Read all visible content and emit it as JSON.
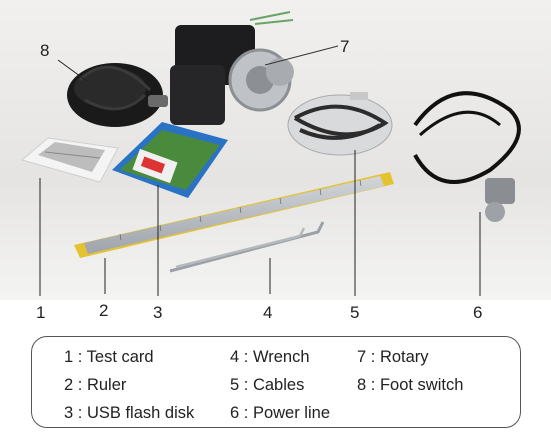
{
  "callout_numbers": [
    "1",
    "2",
    "3",
    "4",
    "5",
    "6",
    "7",
    "8"
  ],
  "legend": [
    {
      "num": "1",
      "label": "Test card"
    },
    {
      "num": "2",
      "label": "Ruler"
    },
    {
      "num": "3",
      "label": "USB flash disk"
    },
    {
      "num": "4",
      "label": "Wrench"
    },
    {
      "num": "5",
      "label": " Cables"
    },
    {
      "num": "6",
      "label": "Power line"
    },
    {
      "num": "7",
      "label": "Rotary"
    },
    {
      "num": "8",
      "label": "Foot switch"
    }
  ],
  "separator": " : ",
  "colors": {
    "background": "#ffffff",
    "floor": "#e8e7e5",
    "ruler_yellow": "#e5c230",
    "ruler_steel": "#b8bdc2",
    "usb_card_blue": "#2a73c4",
    "usb_card_green": "#4a8a3c",
    "rotary_black": "#1d1d1f",
    "legend_border": "#555555"
  },
  "icons": [
    "test-card-image",
    "ruler-image",
    "usb-flash-disk-image",
    "wrench-image",
    "cables-image",
    "power-line-image",
    "rotary-image",
    "foot-switch-image"
  ]
}
